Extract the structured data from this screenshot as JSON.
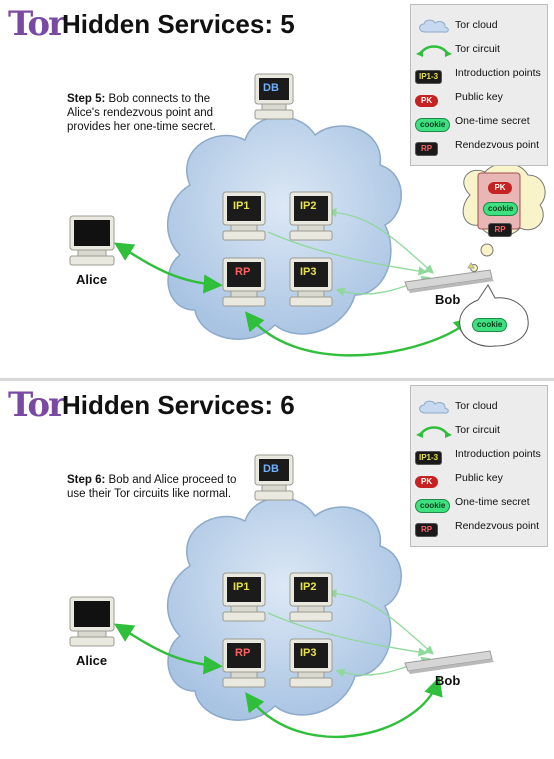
{
  "panels": [
    {
      "logo": "Tor",
      "title": "Hidden Services: 5",
      "step_label": "Step 5:",
      "step_text": " Bob connects to the Alice's rendezvous point and provides her one-time secret.",
      "alice": "Alice",
      "bob": "Bob",
      "nodes": {
        "db": "DB",
        "ip1": "IP1",
        "ip2": "IP2",
        "ip3": "IP3",
        "rp": "RP"
      },
      "thought_badges": {
        "pk": "PK",
        "cookie": "cookie",
        "rp": "RP"
      },
      "speech_badge": "cookie"
    },
    {
      "logo": "Tor",
      "title": "Hidden Services: 6",
      "step_label": "Step 6:",
      "step_text": " Bob and Alice proceed to use their Tor circuits like normal.",
      "alice": "Alice",
      "bob": "Bob",
      "nodes": {
        "db": "DB",
        "ip1": "IP1",
        "ip2": "IP2",
        "ip3": "IP3",
        "rp": "RP"
      }
    }
  ],
  "legend": [
    {
      "icon": "cloud-icon",
      "badge": "",
      "label": "Tor cloud"
    },
    {
      "icon": "circuit-arrow-icon",
      "badge": "",
      "label": "Tor circuit"
    },
    {
      "icon": "ip-badge",
      "badge": "IP1-3",
      "label": "Introduction points"
    },
    {
      "icon": "pk-badge",
      "badge": "PK",
      "label": "Public key"
    },
    {
      "icon": "cookie-badge",
      "badge": "cookie",
      "label": "One-time secret"
    },
    {
      "icon": "rp-badge",
      "badge": "RP",
      "label": "Rendezvous point"
    }
  ],
  "colors": {
    "cloud_fill": "#c6d9ee",
    "cloud_stroke": "#7f9cbf",
    "circuit_green": "#2fbf3a",
    "ip_text": "#e8e24a",
    "rp_text": "#ff6060",
    "db_text": "#6fb0ff",
    "logo": "#7a4aa3"
  }
}
